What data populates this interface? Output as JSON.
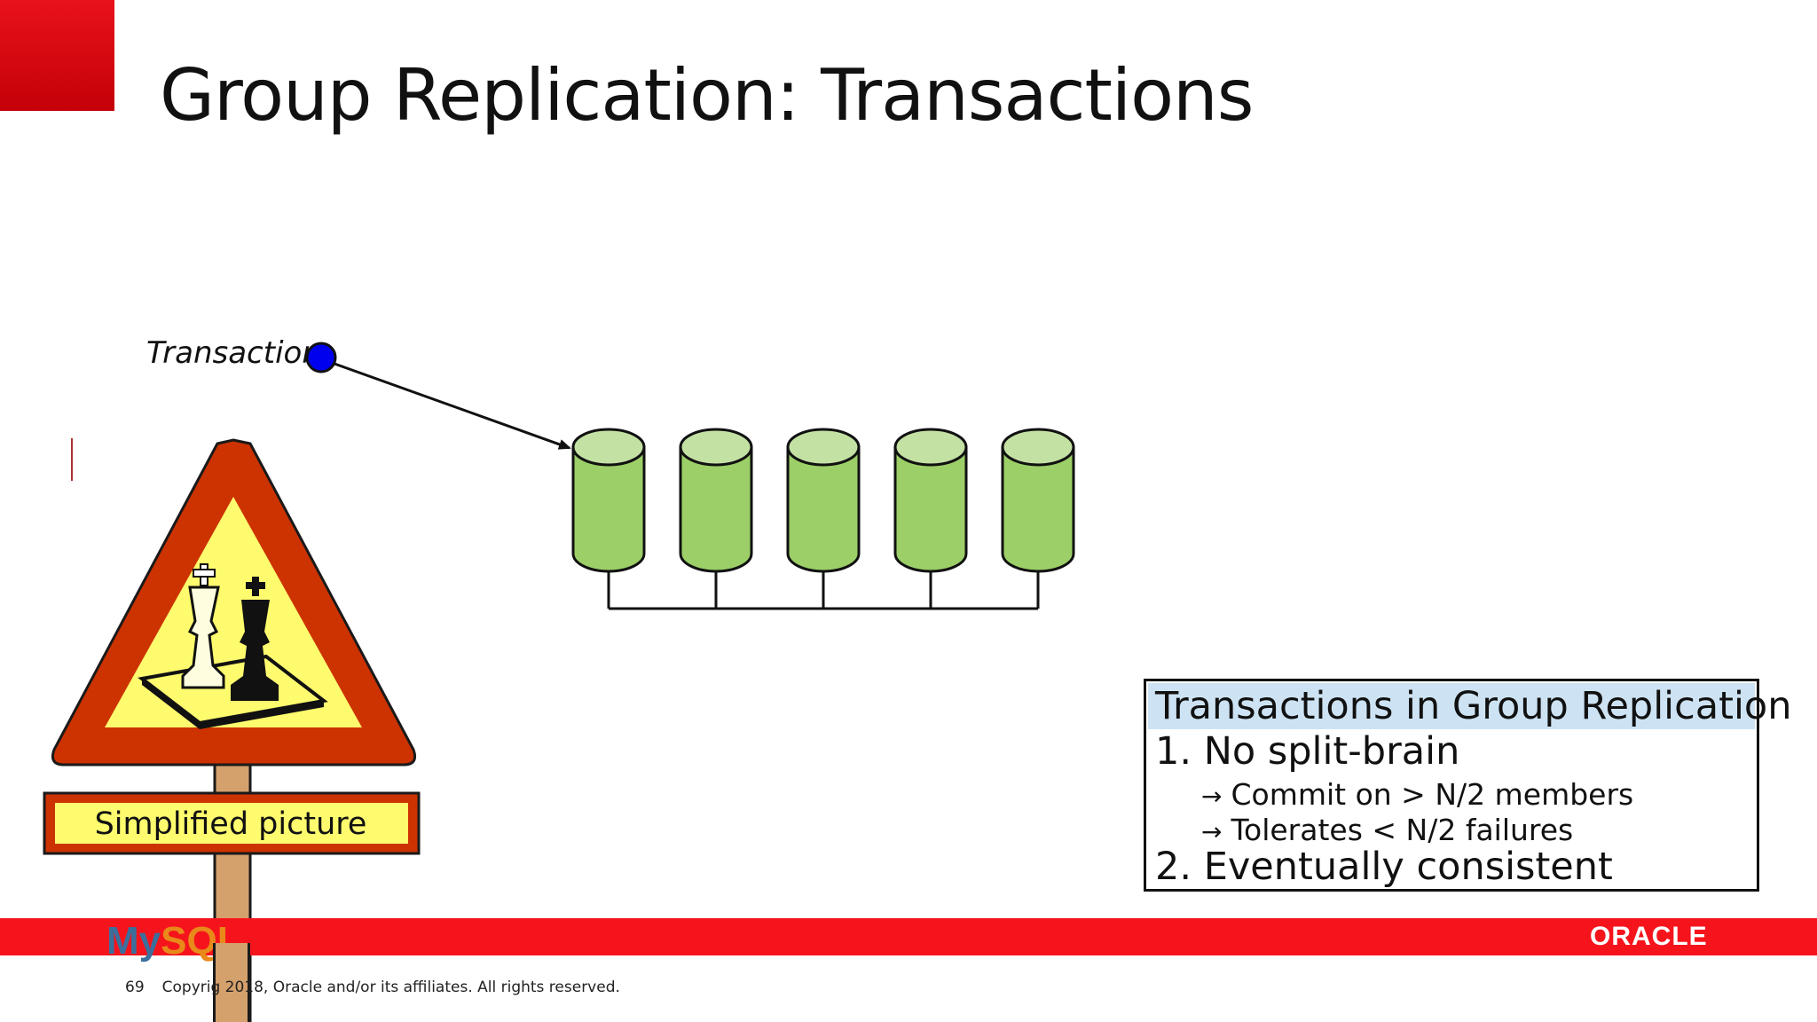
{
  "slide": {
    "title": "Group Replication: Transactions"
  },
  "diagram": {
    "transaction_label": "Transaction",
    "server_count": 5,
    "colors": {
      "transaction_dot": "#0000ee",
      "server_body": "#9ccf68",
      "server_top": "#c4e1a4",
      "stroke": "#111111"
    }
  },
  "info_box": {
    "title": "Transactions in Group Replication",
    "item1": "1. No split-brain",
    "sub1_arrow": "→",
    "sub1": "Commit on > N/2 members",
    "sub2_arrow": "→",
    "sub2": "Tolerates < N/2 failures",
    "item2": "2. Eventually consistent"
  },
  "warning_sign": {
    "label": "Simplified picture",
    "icon": "chess-kings-icon",
    "colors": {
      "border": "#cc3300",
      "fill": "#fffb6e",
      "post": "#d4a06c"
    }
  },
  "footer": {
    "slide_number": "69",
    "copyright": "Copyrig      2018, Oracle and/or its affiliates. All rights reserved.",
    "oracle_logo": "ORACLE",
    "mysql_logo_my": "My",
    "mysql_logo_sql": "SQL",
    "accent_color": "#f6141c"
  }
}
